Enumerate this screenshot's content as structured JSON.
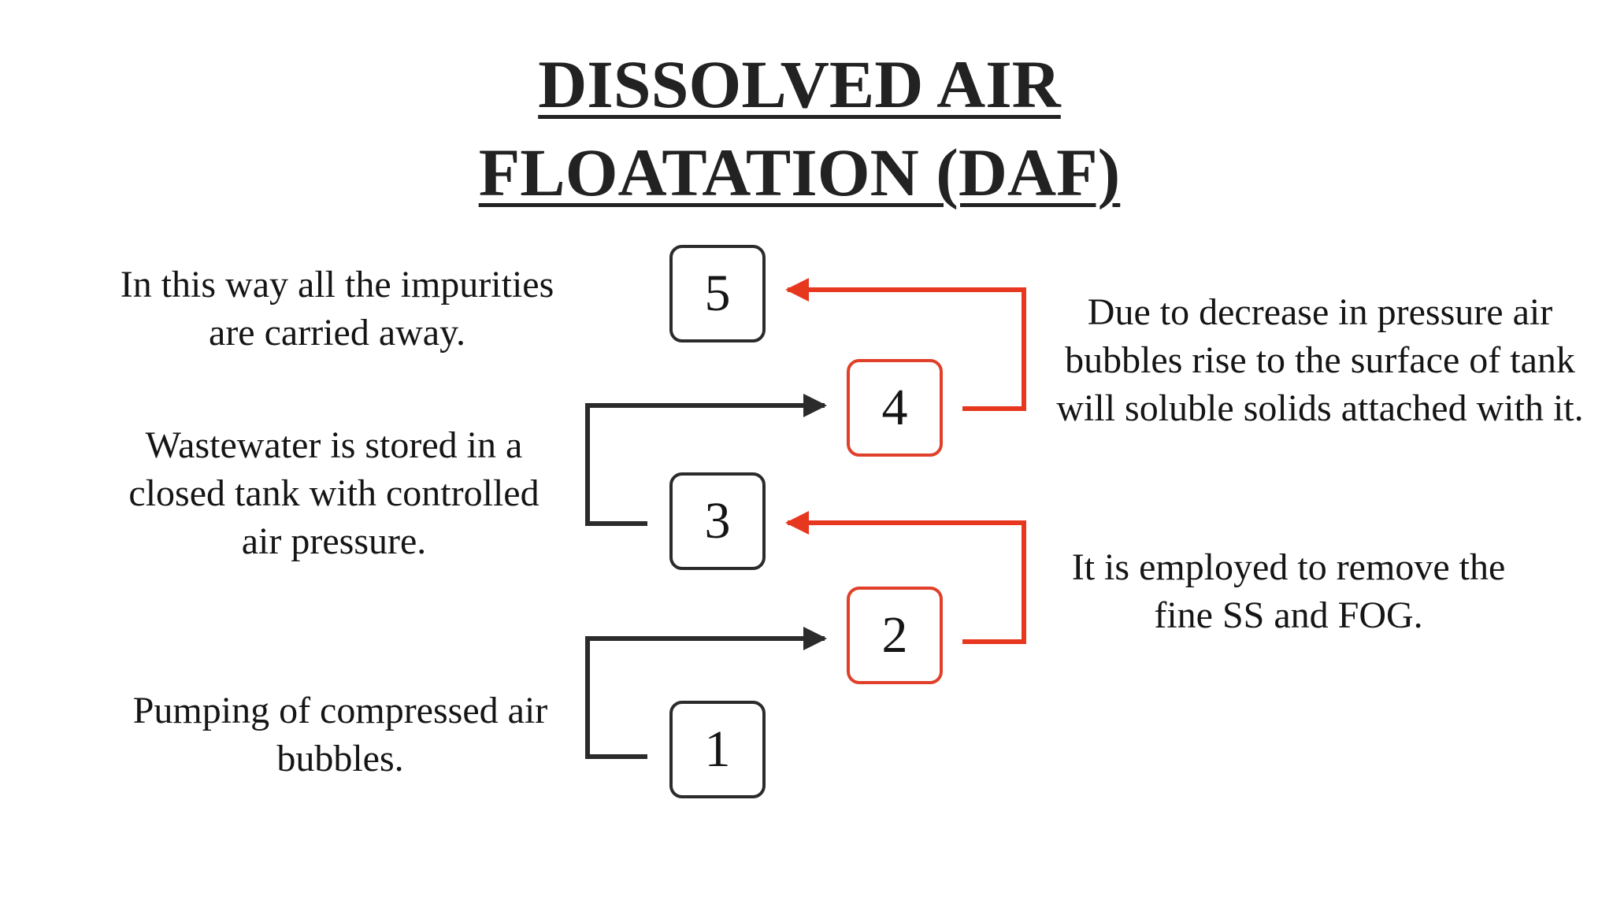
{
  "title": {
    "line1": "DISSOLVED AIR",
    "line2": "FLOATATION (DAF)"
  },
  "steps": [
    {
      "number": "1",
      "description": [
        "Pumping of compressed air",
        "bubbles."
      ],
      "side": "left"
    },
    {
      "number": "2",
      "description": [
        "It is employed to remove the",
        "fine SS and FOG."
      ],
      "side": "right"
    },
    {
      "number": "3",
      "description": [
        "Wastewater is stored in a",
        "closed tank with controlled",
        "air pressure."
      ],
      "side": "left"
    },
    {
      "number": "4",
      "description": [
        "Due to decrease in pressure air",
        "bubbles rise to the surface of tank",
        "will soluble solids attached with it."
      ],
      "side": "right"
    },
    {
      "number": "5",
      "description": [
        "In this way all the impurities",
        "are carried away."
      ],
      "side": "left"
    }
  ],
  "colors": {
    "left_connector": "#2b2b2b",
    "right_connector": "#e8371f",
    "right_box_border": "#e0402a",
    "title": "#222222"
  }
}
